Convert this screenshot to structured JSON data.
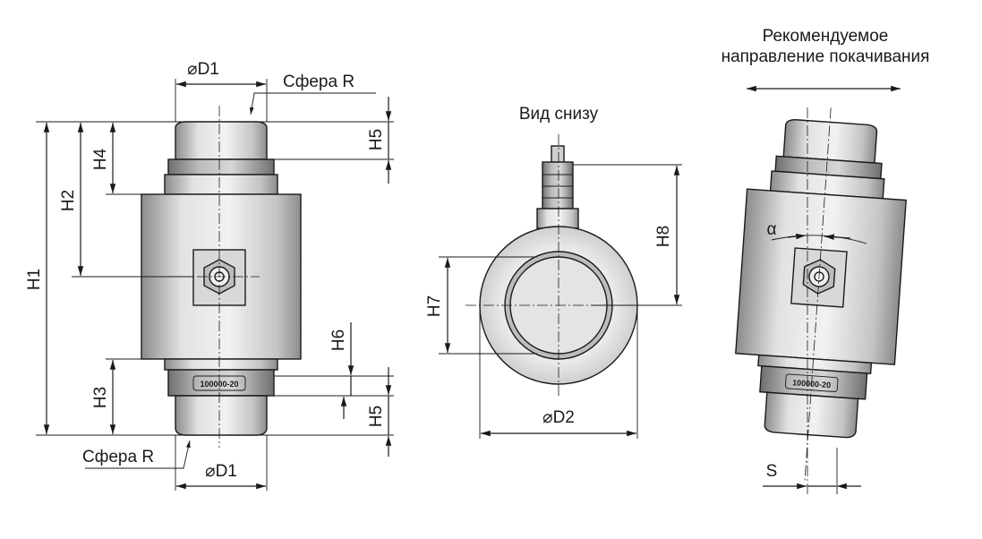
{
  "labels": {
    "d1_top": "⌀D1",
    "sphere_top": "Сфера R",
    "h1": "H1",
    "h2": "H2",
    "h3": "H3",
    "h4": "H4",
    "h5_top": "H5",
    "h5_bottom": "H5",
    "h6": "H6",
    "sphere_bottom": "Сфера R",
    "d1_bottom": "⌀D1",
    "bottom_view_title": "Вид снизу",
    "h7": "H7",
    "h8": "H8",
    "d2": "⌀D2",
    "rocking_line1": "Рекомендуемое",
    "rocking_line2": "направление покачивания",
    "alpha": "α",
    "s": "S"
  },
  "serial_plate": {
    "front": "100000-20",
    "tilted": "100000-20"
  },
  "colors": {
    "body_light": "#e6e6e6",
    "body_mid": "#c8c8c8",
    "body_dark": "#9a9a9a",
    "line": "#1a1a1a"
  }
}
